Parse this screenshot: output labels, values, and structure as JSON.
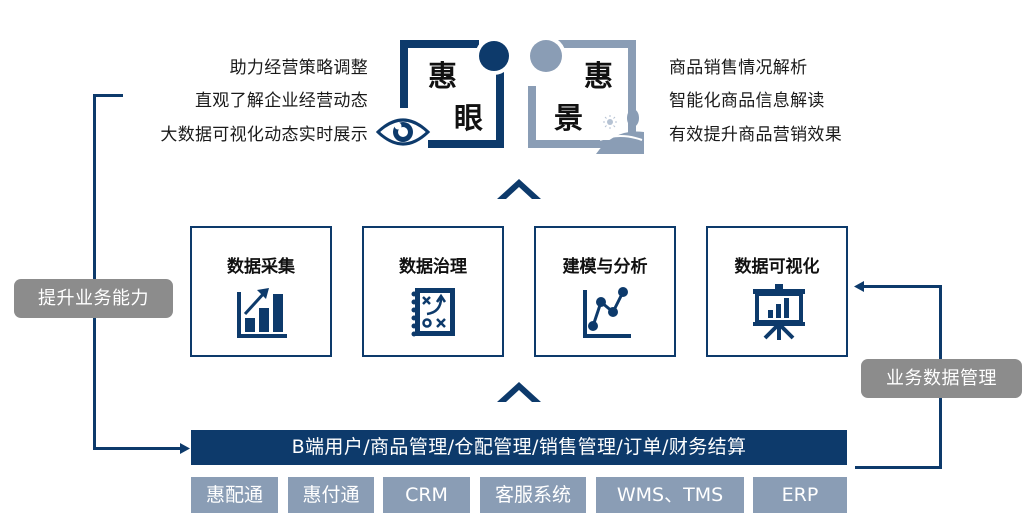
{
  "hui_yan": {
    "name_chars": [
      "惠",
      "眼"
    ],
    "descriptions": [
      "助力经营策略调整",
      "直观了解企业经营动态",
      "大数据可视化动态实时展示"
    ],
    "icon": "eye-icon",
    "color": "#0d3a6b"
  },
  "hui_jing": {
    "name_chars": [
      "惠",
      "景"
    ],
    "descriptions": [
      "商品销售情况解析",
      "智能化商品信息解读",
      "有效提升商品营销效果"
    ],
    "icon": "landscape-icon",
    "color": "#8a9db5"
  },
  "capabilities": [
    {
      "title": "数据采集",
      "icon": "bar-chart-growth-icon"
    },
    {
      "title": "数据治理",
      "icon": "strategy-board-icon"
    },
    {
      "title": "建模与分析",
      "icon": "line-chart-icon"
    },
    {
      "title": "数据可视化",
      "icon": "presentation-board-icon"
    }
  ],
  "business_bar": {
    "label": "B端用户/商品管理/仓配管理/销售管理/订单/财务结算",
    "color": "#0d3a6b"
  },
  "modules": [
    "惠配通",
    "惠付通",
    "CRM",
    "客服系统",
    "WMS、TMS",
    "ERP"
  ],
  "side_labels": {
    "left": "提升业务能力",
    "right": "业务数据管理"
  },
  "colors": {
    "primary": "#0d3a6b",
    "secondary": "#8a9db5",
    "label_bg": "#8c8c8c"
  }
}
